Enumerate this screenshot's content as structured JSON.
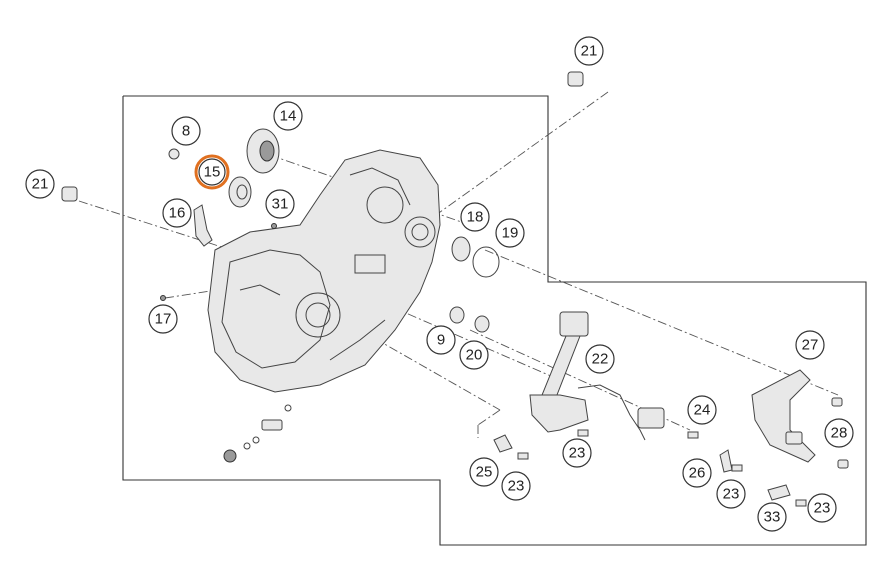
{
  "diagram": {
    "highlight_color": "#e07020",
    "callouts": [
      {
        "id": "c21a",
        "label": "21"
      },
      {
        "id": "c21b",
        "label": "21"
      },
      {
        "id": "c8",
        "label": "8"
      },
      {
        "id": "c14",
        "label": "14"
      },
      {
        "id": "c15",
        "label": "15",
        "highlighted": true
      },
      {
        "id": "c16",
        "label": "16"
      },
      {
        "id": "c31",
        "label": "31"
      },
      {
        "id": "c18",
        "label": "18"
      },
      {
        "id": "c19",
        "label": "19"
      },
      {
        "id": "c17",
        "label": "17"
      },
      {
        "id": "c9",
        "label": "9"
      },
      {
        "id": "c20",
        "label": "20"
      },
      {
        "id": "c22",
        "label": "22"
      },
      {
        "id": "c27",
        "label": "27"
      },
      {
        "id": "c24",
        "label": "24"
      },
      {
        "id": "c28",
        "label": "28"
      },
      {
        "id": "c23a",
        "label": "23"
      },
      {
        "id": "c25",
        "label": "25"
      },
      {
        "id": "c23b",
        "label": "23"
      },
      {
        "id": "c26",
        "label": "26"
      },
      {
        "id": "c23c",
        "label": "23"
      },
      {
        "id": "c33",
        "label": "33"
      },
      {
        "id": "c23d",
        "label": "23"
      }
    ]
  }
}
